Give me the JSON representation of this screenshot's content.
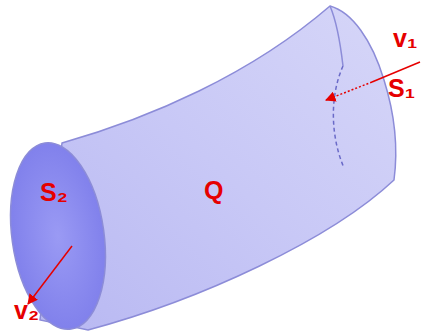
{
  "diagram": {
    "labels": [
      "v₁",
      "S₁",
      "Q",
      "S₂",
      "v₂"
    ]
  }
}
